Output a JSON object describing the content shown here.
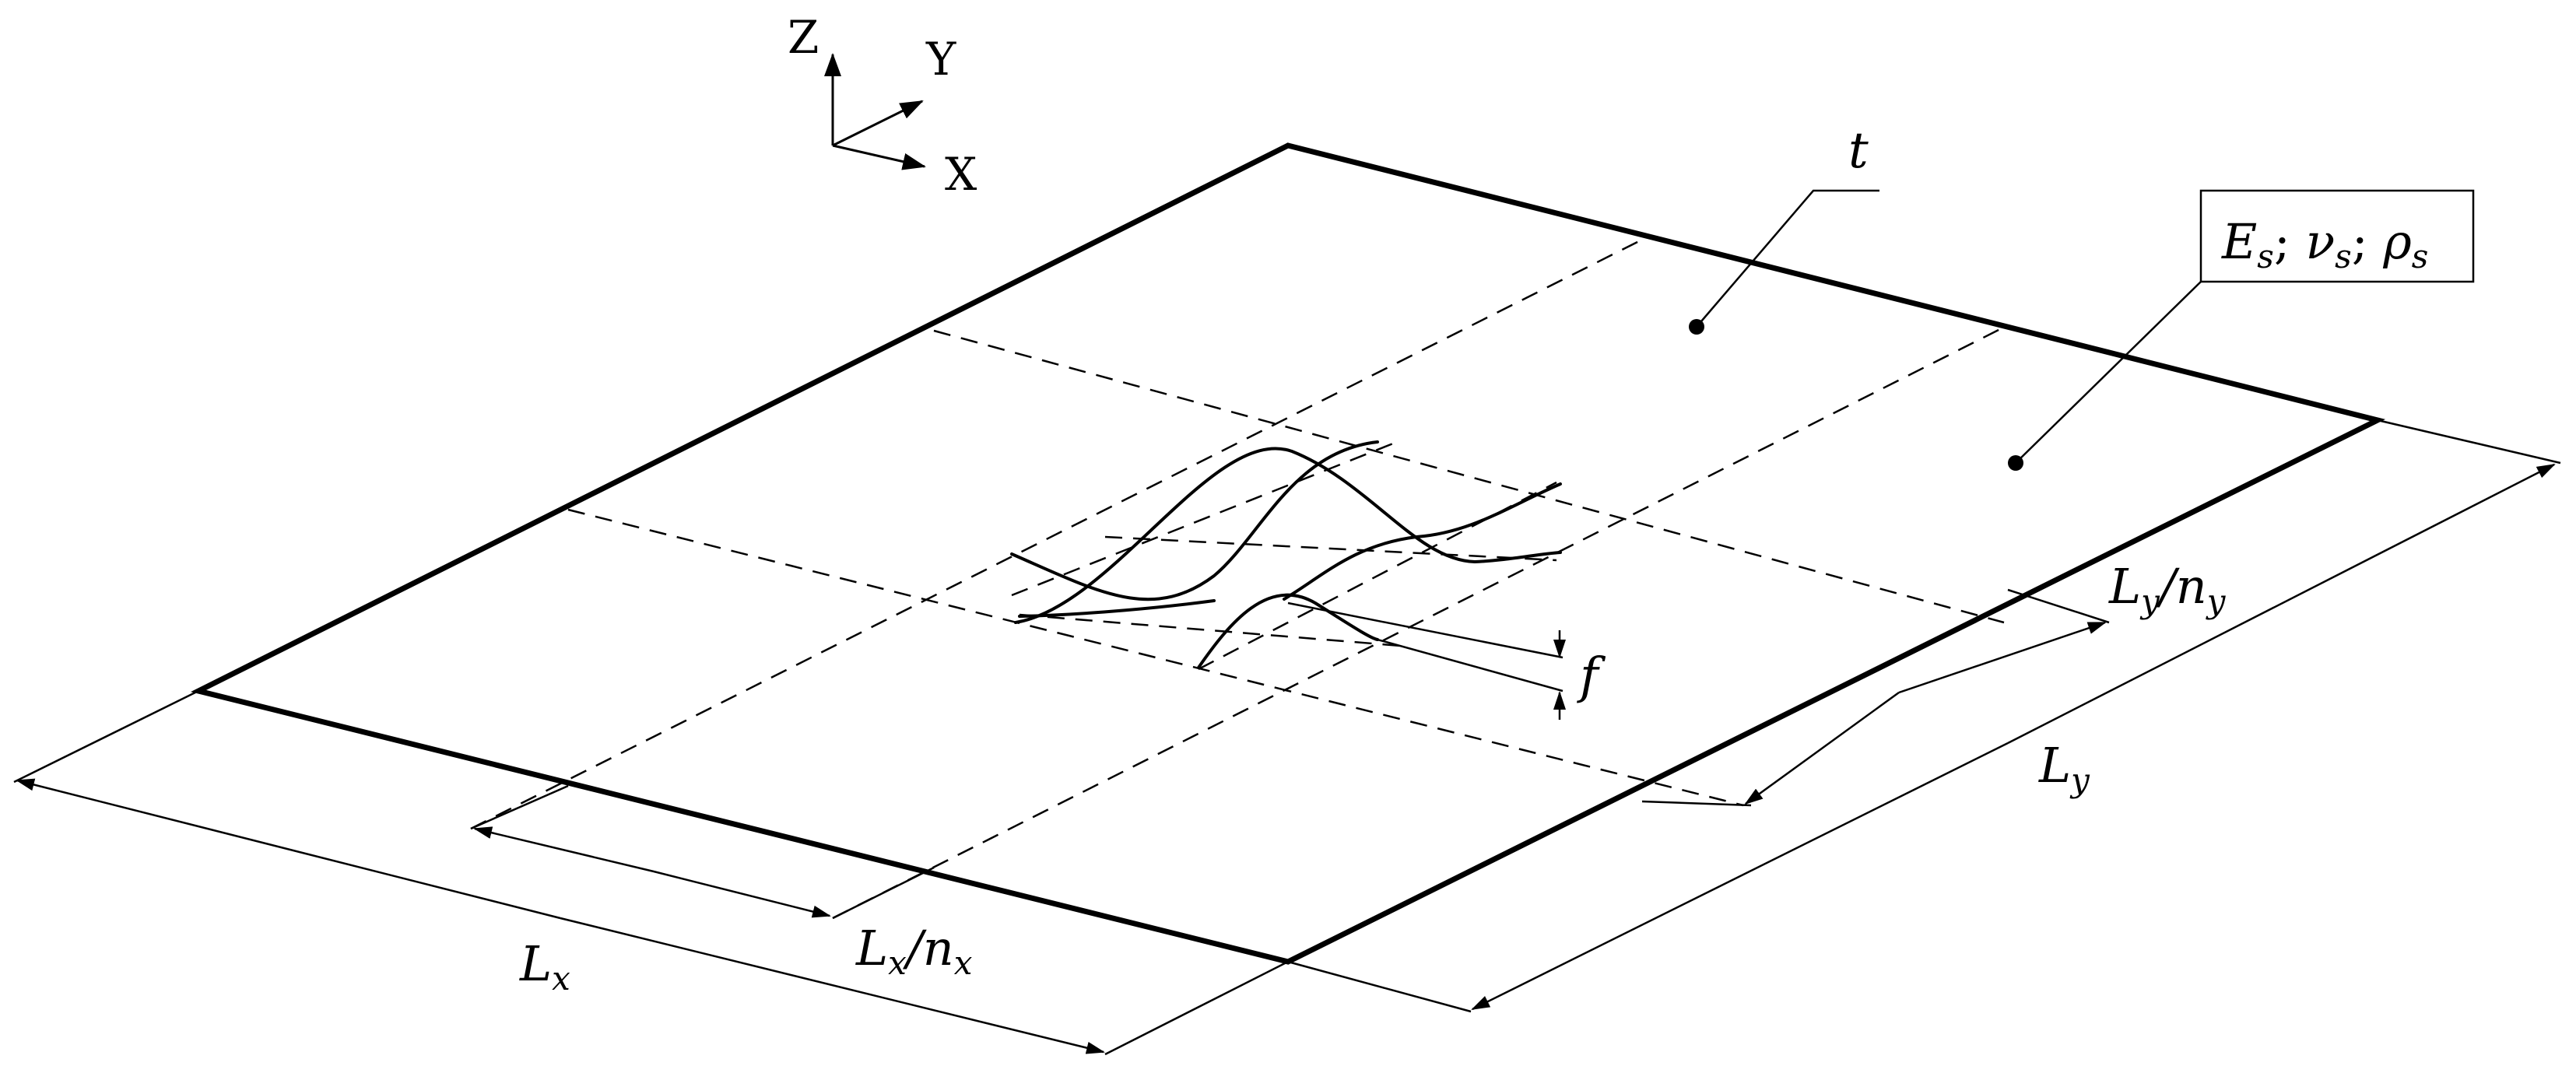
{
  "axes": {
    "z_label": "Z",
    "y_label": "Y",
    "x_label": "X"
  },
  "labels": {
    "thickness": "t",
    "material_main": "E",
    "material_sub_s1": "s",
    "material_sep1": "; ",
    "material_nu": "ν",
    "material_sub_s2": "s",
    "material_sep2": "; ",
    "material_rho": "ρ",
    "material_sub_s3": "s",
    "amplitude": "f",
    "ly_over_ny_L": "L",
    "ly_over_ny_sub1": "y",
    "ly_over_ny_slash": "/n",
    "ly_over_ny_sub2": "y",
    "ly_L": "L",
    "ly_sub": "y",
    "lx_L": "L",
    "lx_sub": "x",
    "lx_over_nx_L": "L",
    "lx_over_nx_sub1": "x",
    "lx_over_nx_slash": "/n",
    "lx_over_nx_sub2": "x"
  },
  "colors": {
    "ink": "#000000",
    "background": "#ffffff"
  }
}
